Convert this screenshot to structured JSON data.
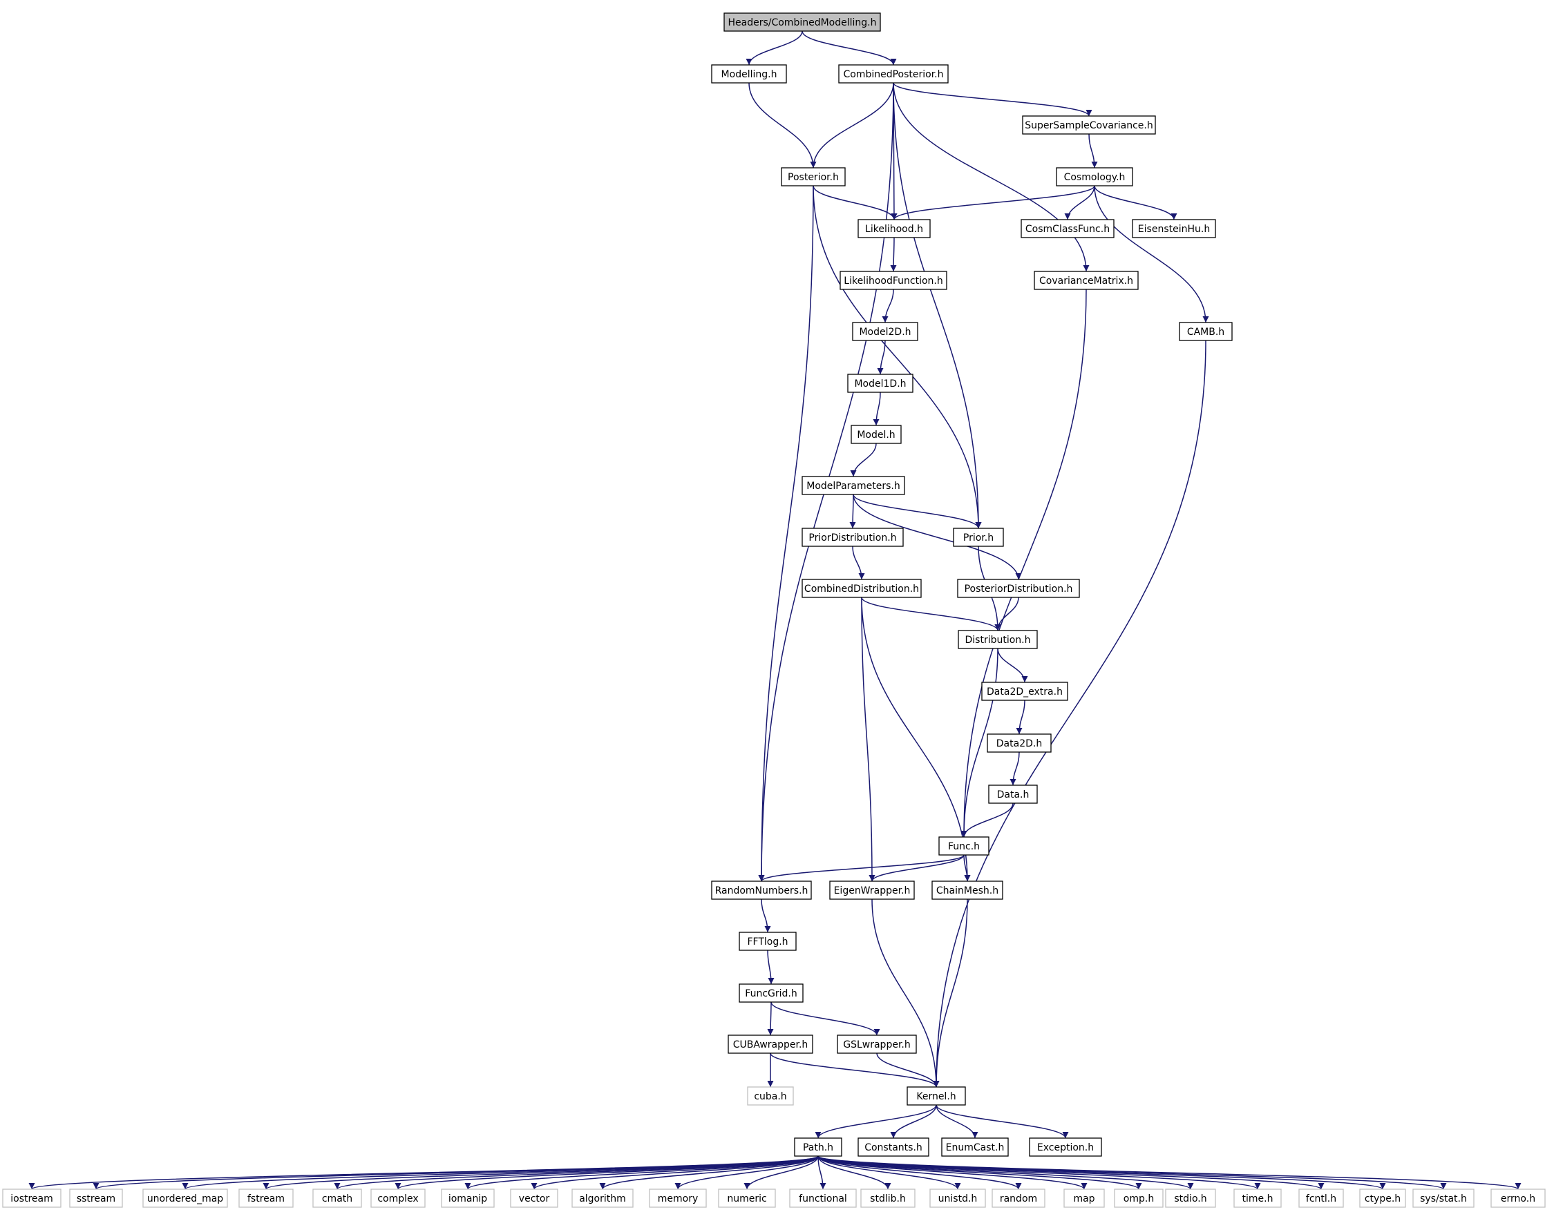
{
  "graph": {
    "colors": {
      "edge": "#191970",
      "node_border": "#000000",
      "external_border": "#bfbfbf",
      "root_fill": "#bfbfbf",
      "node_fill": "#ffffff"
    },
    "nodes": [
      {
        "id": "root",
        "label": "Headers/CombinedModelling.h",
        "kind": "root"
      },
      {
        "id": "modelling",
        "label": "Modelling.h",
        "kind": "header"
      },
      {
        "id": "combinedposterior",
        "label": "CombinedPosterior.h",
        "kind": "header"
      },
      {
        "id": "supersample",
        "label": "SuperSampleCovariance.h",
        "kind": "header"
      },
      {
        "id": "posterior",
        "label": "Posterior.h",
        "kind": "header"
      },
      {
        "id": "cosmology",
        "label": "Cosmology.h",
        "kind": "header"
      },
      {
        "id": "likelihood",
        "label": "Likelihood.h",
        "kind": "header"
      },
      {
        "id": "cosmclass",
        "label": "CosmClassFunc.h",
        "kind": "header"
      },
      {
        "id": "eisenstein",
        "label": "EisensteinHu.h",
        "kind": "header"
      },
      {
        "id": "likelihoodfunction",
        "label": "LikelihoodFunction.h",
        "kind": "header"
      },
      {
        "id": "covariance",
        "label": "CovarianceMatrix.h",
        "kind": "header"
      },
      {
        "id": "model2d",
        "label": "Model2D.h",
        "kind": "header"
      },
      {
        "id": "camb",
        "label": "CAMB.h",
        "kind": "header"
      },
      {
        "id": "model1d",
        "label": "Model1D.h",
        "kind": "header"
      },
      {
        "id": "model",
        "label": "Model.h",
        "kind": "header"
      },
      {
        "id": "modelparameters",
        "label": "ModelParameters.h",
        "kind": "header"
      },
      {
        "id": "priordistribution",
        "label": "PriorDistribution.h",
        "kind": "header"
      },
      {
        "id": "prior",
        "label": "Prior.h",
        "kind": "header"
      },
      {
        "id": "combineddistribution",
        "label": "CombinedDistribution.h",
        "kind": "header"
      },
      {
        "id": "posteriordistribution",
        "label": "PosteriorDistribution.h",
        "kind": "header"
      },
      {
        "id": "distribution",
        "label": "Distribution.h",
        "kind": "header"
      },
      {
        "id": "data2dextra",
        "label": "Data2D_extra.h",
        "kind": "header"
      },
      {
        "id": "data2d",
        "label": "Data2D.h",
        "kind": "header"
      },
      {
        "id": "data",
        "label": "Data.h",
        "kind": "header"
      },
      {
        "id": "func",
        "label": "Func.h",
        "kind": "header"
      },
      {
        "id": "randomnumbers",
        "label": "RandomNumbers.h",
        "kind": "header"
      },
      {
        "id": "eigenwrapper",
        "label": "EigenWrapper.h",
        "kind": "header"
      },
      {
        "id": "chainmesh",
        "label": "ChainMesh.h",
        "kind": "header"
      },
      {
        "id": "fftlog",
        "label": "FFTlog.h",
        "kind": "header"
      },
      {
        "id": "funcgrid",
        "label": "FuncGrid.h",
        "kind": "header"
      },
      {
        "id": "cubawrapper",
        "label": "CUBAwrapper.h",
        "kind": "header"
      },
      {
        "id": "gslwrapper",
        "label": "GSLwrapper.h",
        "kind": "header"
      },
      {
        "id": "cuba",
        "label": "cuba.h",
        "kind": "external"
      },
      {
        "id": "kernel",
        "label": "Kernel.h",
        "kind": "header"
      },
      {
        "id": "path",
        "label": "Path.h",
        "kind": "header"
      },
      {
        "id": "constants",
        "label": "Constants.h",
        "kind": "header"
      },
      {
        "id": "enumcast",
        "label": "EnumCast.h",
        "kind": "header"
      },
      {
        "id": "exception",
        "label": "Exception.h",
        "kind": "header"
      },
      {
        "id": "iostream",
        "label": "iostream",
        "kind": "external"
      },
      {
        "id": "sstream",
        "label": "sstream",
        "kind": "external"
      },
      {
        "id": "unordered_map",
        "label": "unordered_map",
        "kind": "external"
      },
      {
        "id": "fstream",
        "label": "fstream",
        "kind": "external"
      },
      {
        "id": "cmath",
        "label": "cmath",
        "kind": "external"
      },
      {
        "id": "complex",
        "label": "complex",
        "kind": "external"
      },
      {
        "id": "iomanip",
        "label": "iomanip",
        "kind": "external"
      },
      {
        "id": "vector",
        "label": "vector",
        "kind": "external"
      },
      {
        "id": "algorithm",
        "label": "algorithm",
        "kind": "external"
      },
      {
        "id": "memory",
        "label": "memory",
        "kind": "external"
      },
      {
        "id": "numeric",
        "label": "numeric",
        "kind": "external"
      },
      {
        "id": "functional",
        "label": "functional",
        "kind": "external"
      },
      {
        "id": "stdlib",
        "label": "stdlib.h",
        "kind": "external"
      },
      {
        "id": "unistd",
        "label": "unistd.h",
        "kind": "external"
      },
      {
        "id": "random",
        "label": "random",
        "kind": "external"
      },
      {
        "id": "map",
        "label": "map",
        "kind": "external"
      },
      {
        "id": "omp",
        "label": "omp.h",
        "kind": "external"
      },
      {
        "id": "stdio",
        "label": "stdio.h",
        "kind": "external"
      },
      {
        "id": "time",
        "label": "time.h",
        "kind": "external"
      },
      {
        "id": "fcntl",
        "label": "fcntl.h",
        "kind": "external"
      },
      {
        "id": "ctype",
        "label": "ctype.h",
        "kind": "external"
      },
      {
        "id": "sysstat",
        "label": "sys/stat.h",
        "kind": "external"
      },
      {
        "id": "errno",
        "label": "errno.h",
        "kind": "external"
      }
    ],
    "edges": [
      [
        "root",
        "modelling"
      ],
      [
        "root",
        "combinedposterior"
      ],
      [
        "modelling",
        "posterior"
      ],
      [
        "combinedposterior",
        "randomnumbers"
      ],
      [
        "combinedposterior",
        "posterior"
      ],
      [
        "combinedposterior",
        "likelihood"
      ],
      [
        "combinedposterior",
        "prior"
      ],
      [
        "combinedposterior",
        "covariance"
      ],
      [
        "combinedposterior",
        "supersample"
      ],
      [
        "supersample",
        "cosmology"
      ],
      [
        "posterior",
        "likelihood"
      ],
      [
        "posterior",
        "randomnumbers"
      ],
      [
        "posterior",
        "prior"
      ],
      [
        "cosmology",
        "likelihood"
      ],
      [
        "cosmology",
        "cosmclass"
      ],
      [
        "cosmology",
        "eisenstein"
      ],
      [
        "cosmology",
        "camb"
      ],
      [
        "likelihood",
        "likelihoodfunction"
      ],
      [
        "likelihoodfunction",
        "model2d"
      ],
      [
        "model2d",
        "model1d"
      ],
      [
        "model1d",
        "model"
      ],
      [
        "model",
        "modelparameters"
      ],
      [
        "modelparameters",
        "priordistribution"
      ],
      [
        "modelparameters",
        "prior"
      ],
      [
        "modelparameters",
        "posteriordistribution"
      ],
      [
        "priordistribution",
        "combineddistribution"
      ],
      [
        "prior",
        "distribution"
      ],
      [
        "posteriordistribution",
        "distribution"
      ],
      [
        "combineddistribution",
        "distribution"
      ],
      [
        "combineddistribution",
        "eigenwrapper"
      ],
      [
        "combineddistribution",
        "chainmesh"
      ],
      [
        "distribution",
        "data2dextra"
      ],
      [
        "distribution",
        "func"
      ],
      [
        "data2dextra",
        "data2d"
      ],
      [
        "data2d",
        "data"
      ],
      [
        "data",
        "func"
      ],
      [
        "covariance",
        "func"
      ],
      [
        "camb",
        "kernel"
      ],
      [
        "func",
        "randomnumbers"
      ],
      [
        "func",
        "eigenwrapper"
      ],
      [
        "func",
        "chainmesh"
      ],
      [
        "randomnumbers",
        "fftlog"
      ],
      [
        "fftlog",
        "funcgrid"
      ],
      [
        "funcgrid",
        "cubawrapper"
      ],
      [
        "funcgrid",
        "gslwrapper"
      ],
      [
        "cubawrapper",
        "cuba"
      ],
      [
        "cubawrapper",
        "kernel"
      ],
      [
        "gslwrapper",
        "kernel"
      ],
      [
        "eigenwrapper",
        "kernel"
      ],
      [
        "chainmesh",
        "kernel"
      ],
      [
        "kernel",
        "path"
      ],
      [
        "kernel",
        "constants"
      ],
      [
        "kernel",
        "enumcast"
      ],
      [
        "kernel",
        "exception"
      ],
      [
        "path",
        "iostream"
      ],
      [
        "path",
        "sstream"
      ],
      [
        "path",
        "unordered_map"
      ],
      [
        "path",
        "fstream"
      ],
      [
        "path",
        "cmath"
      ],
      [
        "path",
        "complex"
      ],
      [
        "path",
        "iomanip"
      ],
      [
        "path",
        "vector"
      ],
      [
        "path",
        "algorithm"
      ],
      [
        "path",
        "memory"
      ],
      [
        "path",
        "numeric"
      ],
      [
        "path",
        "functional"
      ],
      [
        "path",
        "stdlib"
      ],
      [
        "path",
        "unistd"
      ],
      [
        "path",
        "random"
      ],
      [
        "path",
        "map"
      ],
      [
        "path",
        "omp"
      ],
      [
        "path",
        "stdio"
      ],
      [
        "path",
        "time"
      ],
      [
        "path",
        "fcntl"
      ],
      [
        "path",
        "ctype"
      ],
      [
        "path",
        "sysstat"
      ],
      [
        "path",
        "errno"
      ]
    ]
  }
}
